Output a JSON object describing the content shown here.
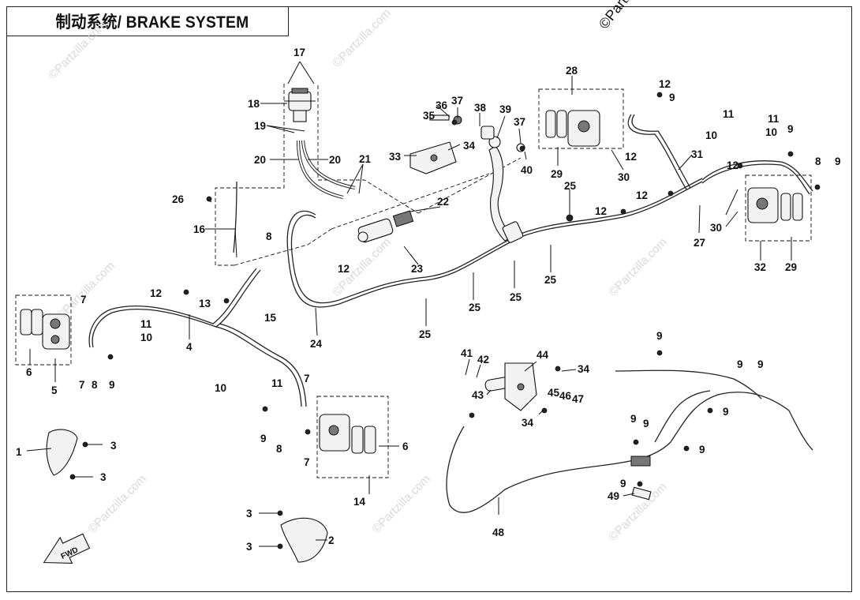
{
  "title": "制动系统/ BRAKE SYSTEM",
  "copyright": "©Partzilla.com",
  "watermark_text": "©Partzilla.com",
  "fwd_label": "FWD",
  "callouts": {
    "c1": "1",
    "c2": "2",
    "c3a": "3",
    "c3b": "3",
    "c3c": "3",
    "c3d": "3",
    "c4": "4",
    "c5": "5",
    "c6a": "6",
    "c6b": "6",
    "c7a": "7",
    "c7b": "7",
    "c7c": "7",
    "c7d": "7",
    "c8a": "8",
    "c8b": "8",
    "c8c": "8",
    "c8d": "8",
    "c9a": "9",
    "c9b": "9",
    "c9c": "9",
    "c9d": "9",
    "c9e": "9",
    "c9f": "9",
    "c9g": "9",
    "c9h": "9",
    "c9i": "9",
    "c9j": "9",
    "c9k": "9",
    "c9l": "9",
    "c9m": "9",
    "c10a": "10",
    "c10b": "10",
    "c10c": "10",
    "c10d": "10",
    "c11a": "11",
    "c11b": "11",
    "c11c": "11",
    "c11d": "11",
    "c12a": "12",
    "c12b": "12",
    "c12c": "12",
    "c12d": "12",
    "c12e": "12",
    "c12f": "12",
    "c12g": "12",
    "c13": "13",
    "c14": "14",
    "c15": "15",
    "c16": "16",
    "c17": "17",
    "c18": "18",
    "c19": "19",
    "c20a": "20",
    "c20b": "20",
    "c21": "21",
    "c22": "22",
    "c23": "23",
    "c24": "24",
    "c25a": "25",
    "c25b": "25",
    "c25c": "25",
    "c25d": "25",
    "c25e": "25",
    "c26": "26",
    "c27": "27",
    "c28": "28",
    "c29a": "29",
    "c29b": "29",
    "c30a": "30",
    "c30b": "30",
    "c31": "31",
    "c32": "32",
    "c33": "33",
    "c34a": "34",
    "c34b": "34",
    "c34c": "34",
    "c35": "35",
    "c36": "36",
    "c37a": "37",
    "c37b": "37",
    "c38": "38",
    "c39": "39",
    "c40": "40",
    "c41": "41",
    "c42": "42",
    "c43": "43",
    "c44": "44",
    "c45": "45",
    "c46": "46",
    "c47": "47",
    "c48": "48",
    "c49": "49"
  }
}
